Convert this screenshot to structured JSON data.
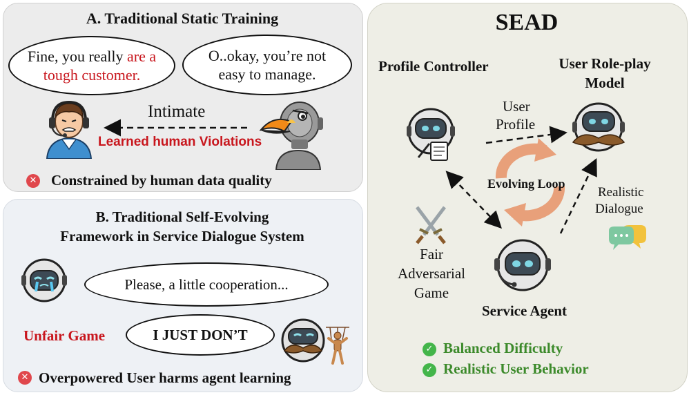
{
  "panel_a": {
    "title": "A. Traditional Static Training",
    "bubble_left_plain": "Fine, you really ",
    "bubble_left_red_1": "are a",
    "bubble_left_red_2": "tough customer.",
    "bubble_right_line1": "O..okay, you’re not",
    "bubble_right_line2": "easy to manage.",
    "arrow_label": "Intimate",
    "violation_label": "Learned human Violations",
    "footer": "Constrained by human data quality"
  },
  "panel_b": {
    "title_line1": "B. Traditional Self-Evolving",
    "title_line2": "Framework in Service Dialogue System",
    "bubble_top": "Please, a little cooperation...",
    "bubble_bottom": "I JUST DON’T",
    "unfair_label": "Unfair Game",
    "footer": "Overpowered User harms agent learning"
  },
  "panel_c": {
    "title": "SEAD",
    "profile_controller": "Profile Controller",
    "user_roleplay_line1": "User Role-play",
    "user_roleplay_line2": "Model",
    "user_profile_line1": "User",
    "user_profile_line2": "Profile",
    "evolving_loop": "Evolving Loop",
    "realistic_dialogue_line1": "Realistic",
    "realistic_dialogue_line2": "Dialogue",
    "fair_line1": "Fair",
    "fair_line2": "Adversarial",
    "fair_line3": "Game",
    "service_agent": "Service Agent",
    "check_1": "Balanced Difficulty",
    "check_2": "Realistic User Behavior"
  },
  "colors": {
    "red_text": "#c8161d",
    "green_text": "#3c8a2b",
    "loop_orange": "#e8a07a",
    "x_icon": "#e0474c",
    "check_icon": "#43b54a"
  },
  "icons": [
    "customer-service-person-icon",
    "toucan-robot-icon",
    "crying-robot-icon",
    "mustache-robot-icon",
    "puppet-icon",
    "robot-with-notepad-icon",
    "mustache-robot-icon",
    "service-robot-icon",
    "crossed-swords-icon",
    "chat-bubbles-icon",
    "evolving-loop-arrows-icon",
    "x-mark-icon",
    "check-mark-icon"
  ]
}
